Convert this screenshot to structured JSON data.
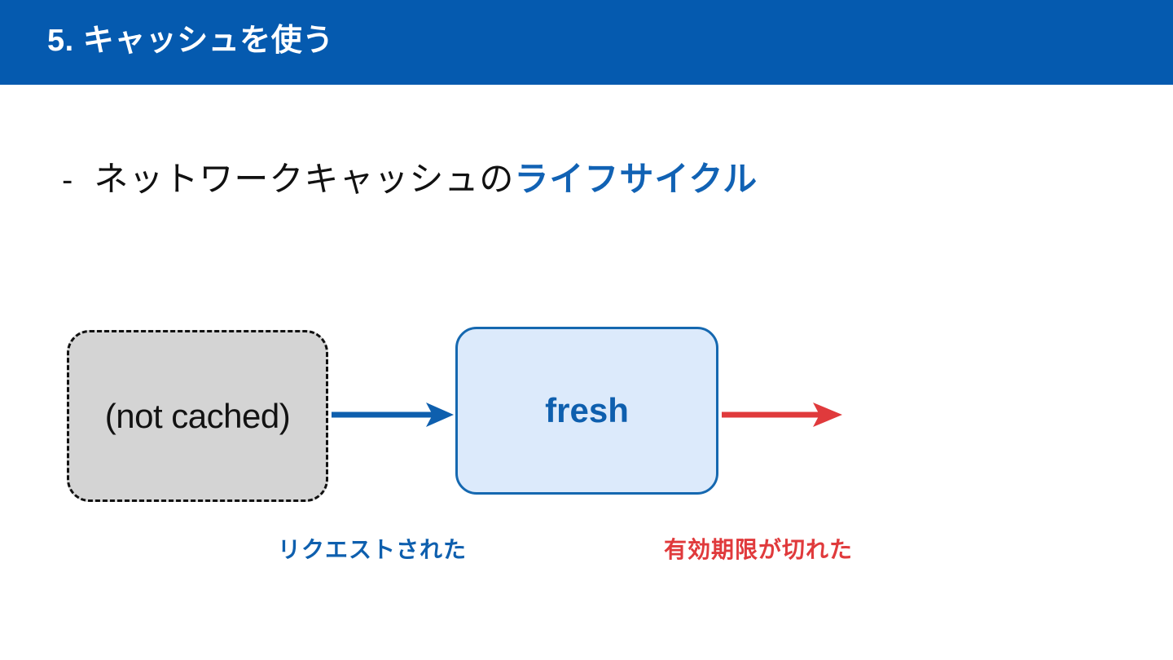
{
  "slide": {
    "title": "5. キャッシュを使う",
    "header_color": "#055AAF",
    "background": "#FFFFFF"
  },
  "bullet": {
    "marker": "-",
    "text_plain": "ネットワークキャッシュの",
    "text_accent": "ライフサイクル",
    "accent_color": "#1162B4"
  },
  "diagram": {
    "type": "state-flow",
    "nodes": [
      {
        "id": "not-cached",
        "label": "(not cached)",
        "fill": "#D4D4D4",
        "border_style": "dashed",
        "border_color": "#111111",
        "text_color": "#121212"
      },
      {
        "id": "fresh",
        "label": "fresh",
        "fill": "#DCEAFB",
        "border_style": "solid",
        "border_color": "#1568B0",
        "text_color": "#0E5FAE"
      }
    ],
    "edges": [
      {
        "id": "requested",
        "label": "リクエストされた",
        "color": "#0E5FAE",
        "from": "not-cached",
        "to": "fresh"
      },
      {
        "id": "expired",
        "label": "有効期限が切れた",
        "color": "#E03A3C",
        "from": "fresh",
        "to": ""
      }
    ]
  }
}
